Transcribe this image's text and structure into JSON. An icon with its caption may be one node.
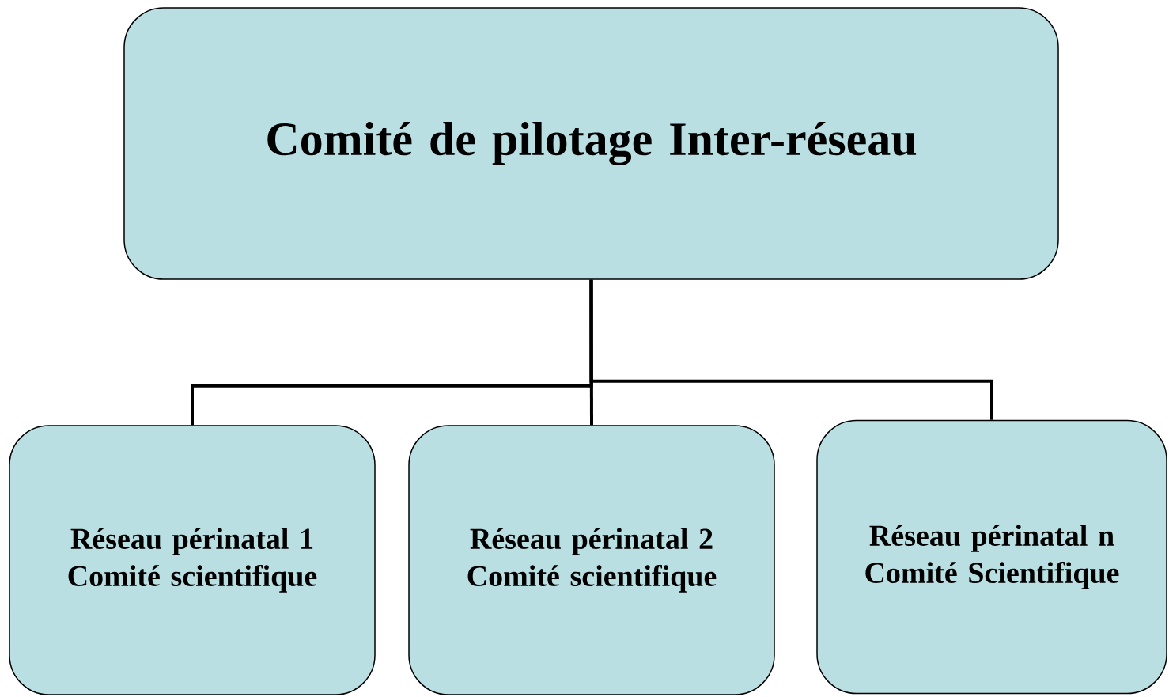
{
  "diagram": {
    "nodes": [
      {
        "text": [
          "Comité de pilotage Inter-réseau"
        ]
      },
      {
        "text": [
          "Réseau périnatal 1 Comité scientifique"
        ]
      },
      {
        "text": [
          "Réseau périnatal 2 Comité scientifique"
        ]
      },
      {
        "text": [
          "Réseau périnatal n Comité Scientifique"
        ]
      }
    ],
    "edges": [
      {
        "from": 0,
        "to": 1,
        "arrow": "none"
      },
      {
        "from": 0,
        "to": 2,
        "arrow": "none"
      },
      {
        "from": 0,
        "to": 3,
        "arrow": "none"
      }
    ]
  }
}
